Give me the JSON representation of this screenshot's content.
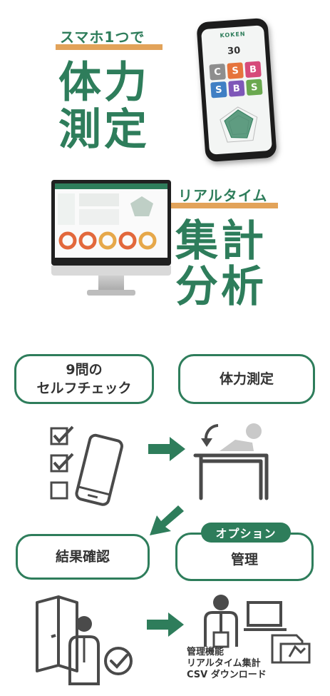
{
  "hero1": {
    "tagline": "スマホ1つで",
    "title_line1": "体力",
    "title_line2": "測定"
  },
  "phone": {
    "logo": "KOKEN",
    "score": "30",
    "grades": [
      {
        "letter": "C",
        "color": "#8e8e8e"
      },
      {
        "letter": "S",
        "color": "#e6743c"
      },
      {
        "letter": "B",
        "color": "#d64a7a"
      },
      {
        "letter": "S",
        "color": "#3f7fc4"
      },
      {
        "letter": "B",
        "color": "#7e57b8"
      },
      {
        "letter": "S",
        "color": "#6aa84f"
      }
    ]
  },
  "hero2": {
    "tagline": "リアルタイム",
    "title_line1": "集計",
    "title_line2": "分析"
  },
  "flow": {
    "step1": {
      "line1": "9問の",
      "line2": "セルフチェック"
    },
    "step2": "体力測定",
    "step3": "結果確認",
    "step4": "管理",
    "option_badge": "オプション",
    "management_lines": [
      "管理機能",
      "リアルタイム集計",
      "CSV ダウンロード"
    ]
  },
  "colors": {
    "brand_green": "#2e7d5b",
    "accent_orange": "#e2a35a",
    "icon_gray": "#4a4a4a"
  }
}
